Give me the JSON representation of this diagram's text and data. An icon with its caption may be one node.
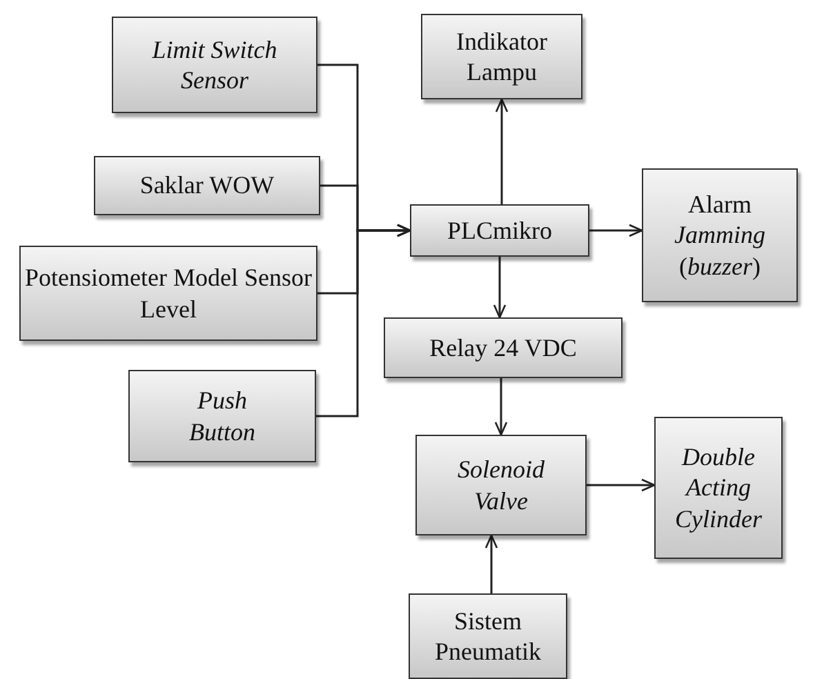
{
  "diagram": {
    "nodes": [
      {
        "text": [
          "Limit Switch Sensor"
        ]
      },
      {
        "text": [
          "Saklar WOW"
        ]
      },
      {
        "text": [
          "Potensiometer Model Sensor Level"
        ]
      },
      {
        "text": [
          "Push Button"
        ]
      },
      {
        "text": [
          "Indikator Lampu"
        ]
      },
      {
        "text": [
          "PLCmikro"
        ]
      },
      {
        "text": [
          "Alarm *Jamming* (*buzzer*)"
        ]
      },
      {
        "text": [
          "Relay 24 VDC"
        ]
      },
      {
        "text": [
          "Solenoid Valve"
        ]
      },
      {
        "text": [
          "Double Acting Cylinder"
        ]
      },
      {
        "text": [
          "Sistem Pneumatik"
        ]
      }
    ],
    "edges": [
      {
        "from": 0,
        "to": 5,
        "arrow": "to"
      },
      {
        "from": 1,
        "to": 5,
        "arrow": "to"
      },
      {
        "from": 2,
        "to": 5,
        "arrow": "to"
      },
      {
        "from": 3,
        "to": 5,
        "arrow": "to"
      },
      {
        "from": 5,
        "to": 4,
        "arrow": "to"
      },
      {
        "from": 5,
        "to": 6,
        "arrow": "to"
      },
      {
        "from": 5,
        "to": 7,
        "arrow": "to"
      },
      {
        "from": 7,
        "to": 8,
        "arrow": "to"
      },
      {
        "from": 8,
        "to": 9,
        "arrow": "to"
      },
      {
        "from": 10,
        "to": 8,
        "arrow": "to"
      }
    ]
  }
}
